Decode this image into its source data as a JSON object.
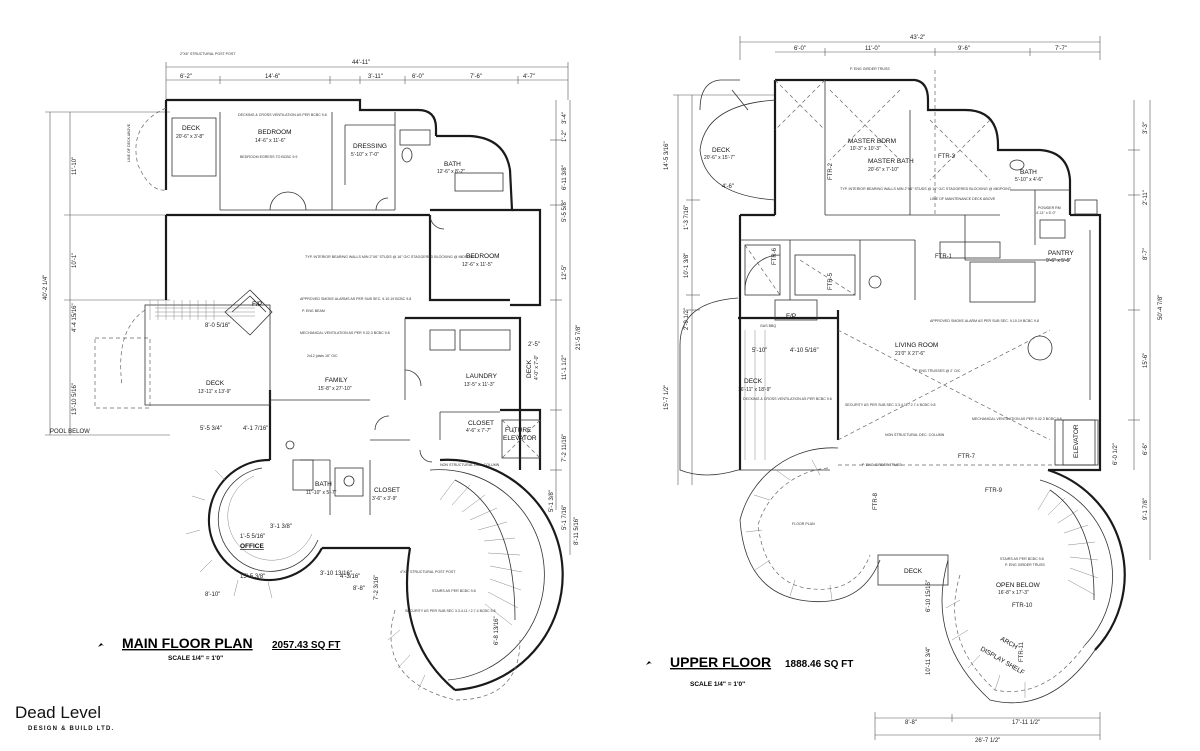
{
  "main": {
    "title": "MAIN FLOOR PLAN",
    "area": "2057.43 SQ FT",
    "scale": "SCALE 1/4\" = 1'0\"",
    "dims_top": [
      "44'-11\"",
      "6'-2\"",
      "14'-6\"",
      "3'-11\"",
      "6'-0\"",
      "7'-6\"",
      "4'-7\""
    ],
    "dims_left": [
      "11'-10\"",
      "40'-2 1/4\"",
      "10'-1\"",
      "4'-4 15/16\"",
      "13'-10 5/16\""
    ],
    "dims_right": [
      "3'-4\"",
      "1'-2\"",
      "6'-11 3/8\"",
      "5'-5 5/8\"",
      "12'-5\"",
      "21'-5 7/8\"",
      "11'-1 1/2\"",
      "2'-5\"",
      "7'-2 11/16\"",
      "5'-1 3/8\"",
      "5'-1 7/16\"",
      "8'-11 5/16\""
    ],
    "dims_inner": [
      "8'-0 5/16\"",
      "5'-5 3/4\"",
      "4'-1 7/16\"",
      "3'-1 3/8\"",
      "1'-5 5/16\"",
      "15'-5 3/8\"",
      "3'-10 13/16\"",
      "4'-3/16\"",
      "8'-8\"",
      "7'-2 3/16\"",
      "6'-8 13/16\"",
      "8'-10\""
    ],
    "rooms": [
      {
        "name": "DECK",
        "size": "20'-6\" x 3'-8\""
      },
      {
        "name": "BEDROOM",
        "size": "14'-6\" x 11'-6\""
      },
      {
        "name": "DRESSING",
        "size": "5'-10\" x 7'-0\""
      },
      {
        "name": "BATH",
        "size": "12'-6\" x 8'-2\""
      },
      {
        "name": "BEDROOM",
        "size": "12'-6\" x 11'-5\""
      },
      {
        "name": "FAMILY",
        "size": "15'-8\" x 27'-10\""
      },
      {
        "name": "LAUNDRY",
        "size": "13'-5\" x 11'-3\""
      },
      {
        "name": "DECK",
        "size": "13'-11\" x 13'-9\""
      },
      {
        "name": "CLOSET",
        "size": "4'-6\" x 7'-7\""
      },
      {
        "name": "FUTURE",
        "size": "ELEVATOR"
      },
      {
        "name": "BATH",
        "size": "11'-10\" x 5'-7\""
      },
      {
        "name": "CLOSET",
        "size": "3'-6\" x 3'-9\""
      },
      {
        "name": "OFFICE",
        "size": ""
      },
      {
        "name": "F/P",
        "size": ""
      },
      {
        "name": "DECK",
        "size": "4'-0\" x 7'-0\""
      }
    ],
    "labels": {
      "pool": "POOL BELOW",
      "post": "2\"X6\" STRUCTURAL POST POST",
      "post2": "4\"X6\" STRUCTURAL POST POST"
    },
    "notes": [
      "DECKING & CROSS VENTILATION AS PER BCBC 9.6",
      "BEDROOM EGRESS TO BCBC 9.9",
      "TYP. INTERIOR BEARING WALLS MIN 2\"X6\" STUDS @ 16\" O/C STAGGERED BLOCKING @ MIDPOINT",
      "APPROVED SMOKE ALARMS AS PER SUB SEC. 9.10.19 BCBC 9.8",
      "MECHANICAL VENTILATION AS PER 9.32.3 BCBC 9.8",
      "SECURITY AS PER SUB SEC 3.3.4.11 / 2.7.4 BCBC 9.8",
      "STAIRS AS PER BCBC 9.8",
      "NON STRUCTURAL DEC. COLUMN",
      "P. ENG BEAM",
      "2x12 joists 16\" O/C",
      "LINE OF DECK ABOVE"
    ]
  },
  "upper": {
    "title": "UPPER FLOOR",
    "area": "1888.46  SQ FT",
    "scale": "SCALE 1/4\" = 1'0\"",
    "dims_top": [
      "43'-2\"",
      "6'-0\"",
      "11'-0\"",
      "9'-6\"",
      "7'-7\""
    ],
    "dims_left": [
      "14'-5 3/16\"",
      "1'-3 7/16\"",
      "10'-1 3/8\"",
      "2'-9 1/2\"",
      "15'-7 1/2\""
    ],
    "dims_right": [
      "3'-3\"",
      "2'-11\"",
      "8'-7\"",
      "15'-6\"",
      "50'-4 7/8\"",
      "6'-0 1/2\"",
      "6'-6\"",
      "9'-1 7/8\""
    ],
    "dims_inner": [
      "4'-6\"",
      "5'-10\"",
      "4'-10 5/16\"",
      "6'-10 15/16\"",
      "10'-11 3/4\"",
      "8'-8\"",
      "17'-11 1/2\"",
      "26'-7 1/2\""
    ],
    "rooms": [
      {
        "name": "DECK",
        "size": "20'-6\" x 15'-7\""
      },
      {
        "name": "MASTER BDRM",
        "size": "10'-3\" x 10'-3\""
      },
      {
        "name": "MASTER BATH",
        "size": "20'-6\" x 7'-10\""
      },
      {
        "name": "BATH",
        "size": "5'-10\" x 4'-6\""
      },
      {
        "name": "POWDER RM",
        "size": "4'-11\" x 5'-0\""
      },
      {
        "name": "PANTRY",
        "size": "9'-6\" x 5'-5\""
      },
      {
        "name": "LIVING ROOM",
        "size": "21'0\" X 27'-6\""
      },
      {
        "name": "DECK",
        "size": "16'-11\" x 18'-9\""
      },
      {
        "name": "ELEVATOR",
        "size": ""
      },
      {
        "name": "DECK",
        "size": ""
      },
      {
        "name": "OPEN BELOW",
        "size": "16'-8\" x 17'-3\""
      },
      {
        "name": "ARCH",
        "size": ""
      },
      {
        "name": "DISPLAY SHELF",
        "size": ""
      },
      {
        "name": "F/P",
        "size": ""
      },
      {
        "name": "FLOOR PLAN",
        "size": ""
      }
    ],
    "beams": [
      "FTR-1",
      "FTR-2",
      "FTR-3",
      "FTR-5",
      "FTR-6",
      "FTR-7",
      "FTR-8",
      "FTR-9",
      "FTR-10",
      "FTR-11"
    ],
    "girder": "P. ENG GIRDER TRUSS",
    "notes": [
      "P. ENG TRUSSES @ 2' O/C",
      "APPROVED SMOKE ALARM AS PER SUB SEC. 9.10.19 BCBC 9.8",
      "SECURITY AS PER SUB SEC 3.3.4.11 / 2.7.4 BCBC 9.8",
      "MECHANICAL VENTILATION AS PER 9.32.3 BCBC 9.8",
      "DECKING & CROSS VENTILATION AS PER BCBC 9.6",
      "TYP. INTERIOR BEARING WALLS MIN 2\"X6\" STUDS @ 16\" O/C STAGGERED BLOCKING @ MIDPOINT",
      "LINE OF MAINTENANCE DECK ABOVE",
      "GAS BBQ",
      "NON STRUCTURAL DEC. COLUMN",
      "STAIRS AS PER BCBC 9.8"
    ]
  },
  "company": {
    "name": "Dead Level",
    "tagline": "DESIGN & BUILD LTD."
  }
}
